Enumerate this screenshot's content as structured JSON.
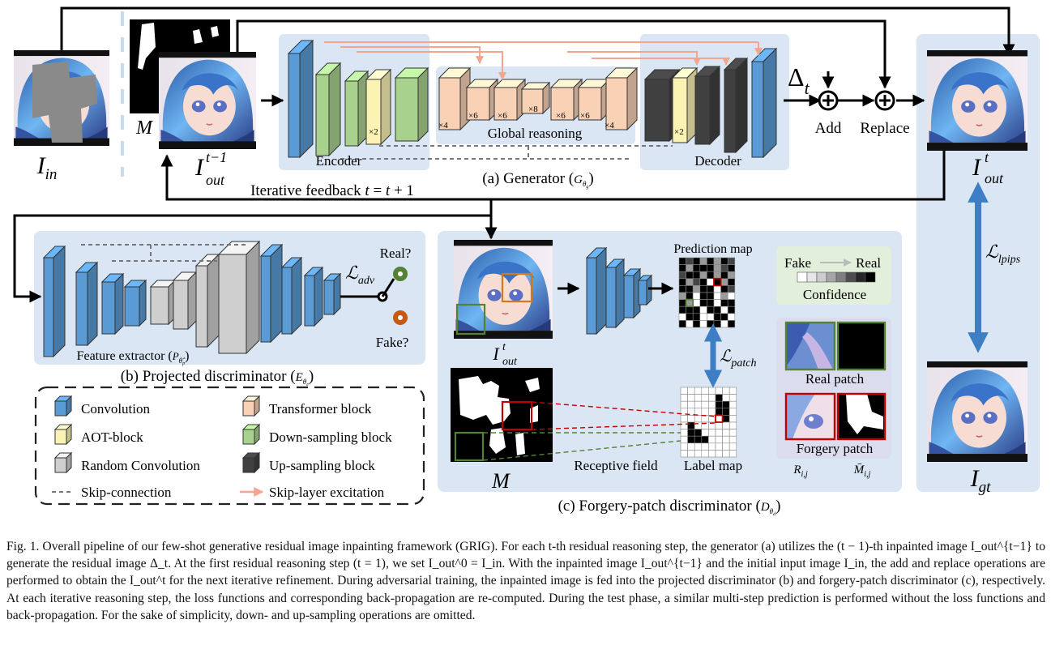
{
  "labels": {
    "i_in": "I_in",
    "i_out_prev": "I_out^{t-1}",
    "mask": "M",
    "delta": "Δ_t",
    "add": "Add",
    "replace": "Replace",
    "i_out_t": "I_out^t",
    "i_gt": "I_gt",
    "encoder": "Encoder",
    "decoder": "Decoder",
    "global_reasoning": "Global reasoning",
    "generator": "(a) Generator (G_θg)",
    "feedback": "Iterative feedback t = t + 1",
    "projected_disc": "(b) Projected discriminator (E_θe)",
    "feature_extractor": "Feature extractor (P_θ̂p)",
    "real_q": "Real?",
    "fake_q": "Fake?",
    "l_adv": "L_adv",
    "l_lpips": "L_lpips",
    "l_patch": "L_patch",
    "prediction_map": "Prediction map",
    "label_map": "Label map",
    "receptive_field": "Receptive field",
    "fake": "Fake",
    "real": "Real",
    "confidence": "Confidence",
    "real_patch": "Real patch",
    "forgery_patch": "Forgery patch",
    "r_ij": "R_i,j",
    "m_ij": "M̄_i,j",
    "forgery_disc": "(c) Forgery-patch discriminator (D_θd)"
  },
  "multipliers": {
    "enc": "×2",
    "g1": "×4",
    "g2": "×6",
    "g3": "×6",
    "g4": "×8",
    "g5": "×6",
    "g6": "×6",
    "g7": "×4",
    "dec": "×2"
  },
  "legend": {
    "convolution": "Convolution",
    "aot": "AOT-block",
    "random_conv": "Random Convolution",
    "skip": "Skip-connection",
    "transformer": "Transformer block",
    "down": "Down-sampling block",
    "up": "Up-sampling block",
    "sle": "Skip-layer excitation"
  },
  "colors": {
    "conv": "#5b9bd5",
    "aot": "#fbf3b4",
    "random_conv": "#cfcfcf",
    "transformer": "#f9d2b6",
    "down": "#a9d18e",
    "up": "#404040",
    "panel": "#dae6f3",
    "sle_arrow": "#f4a58e",
    "double_arrow": "#3d7ec4"
  },
  "caption": "Fig. 1. Overall pipeline of our few-shot generative residual image inpainting framework (GRIG). For each t-th residual reasoning step, the generator (a) utilizes the (t − 1)-th inpainted image I_out^{t−1} to generate the residual image Δ_t. At the first residual reasoning step (t = 1), we set I_out^0 = I_in. With the inpainted image I_out^{t−1} and the initial input image I_in, the add and replace operations are performed to obtain the I_out^t for the next iterative refinement. During adversarial training, the inpainted image is fed into the projected discriminator (b) and forgery-patch discriminator (c), respectively. At each iterative reasoning step, the loss functions and corresponding back-propagation are re-computed. During the test phase, a similar multi-step prediction is performed without the loss functions and back-propagation. For the sake of simplicity, down- and up-sampling operations are omitted."
}
